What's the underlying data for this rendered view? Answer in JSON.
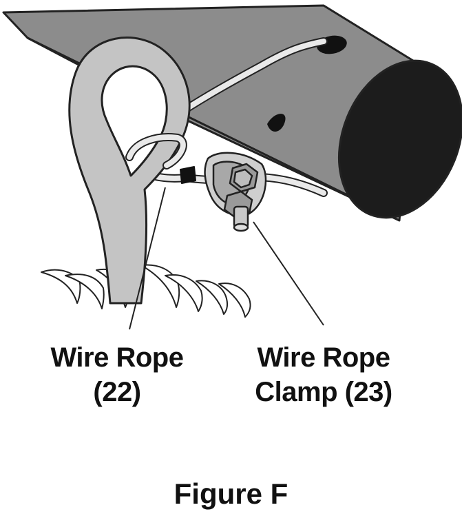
{
  "labels": {
    "wire_rope": {
      "line1": "Wire Rope",
      "line2": "(22)"
    },
    "wire_rope_clamp": {
      "line1": "Wire Rope",
      "line2": "Clamp (23)"
    }
  },
  "caption": "Figure F",
  "colors": {
    "tube": "#8c8c8c",
    "tube_end": "#1c1c1c",
    "stake": "#c4c4c4",
    "rope": "#e9e9e9",
    "outline": "#222222"
  }
}
